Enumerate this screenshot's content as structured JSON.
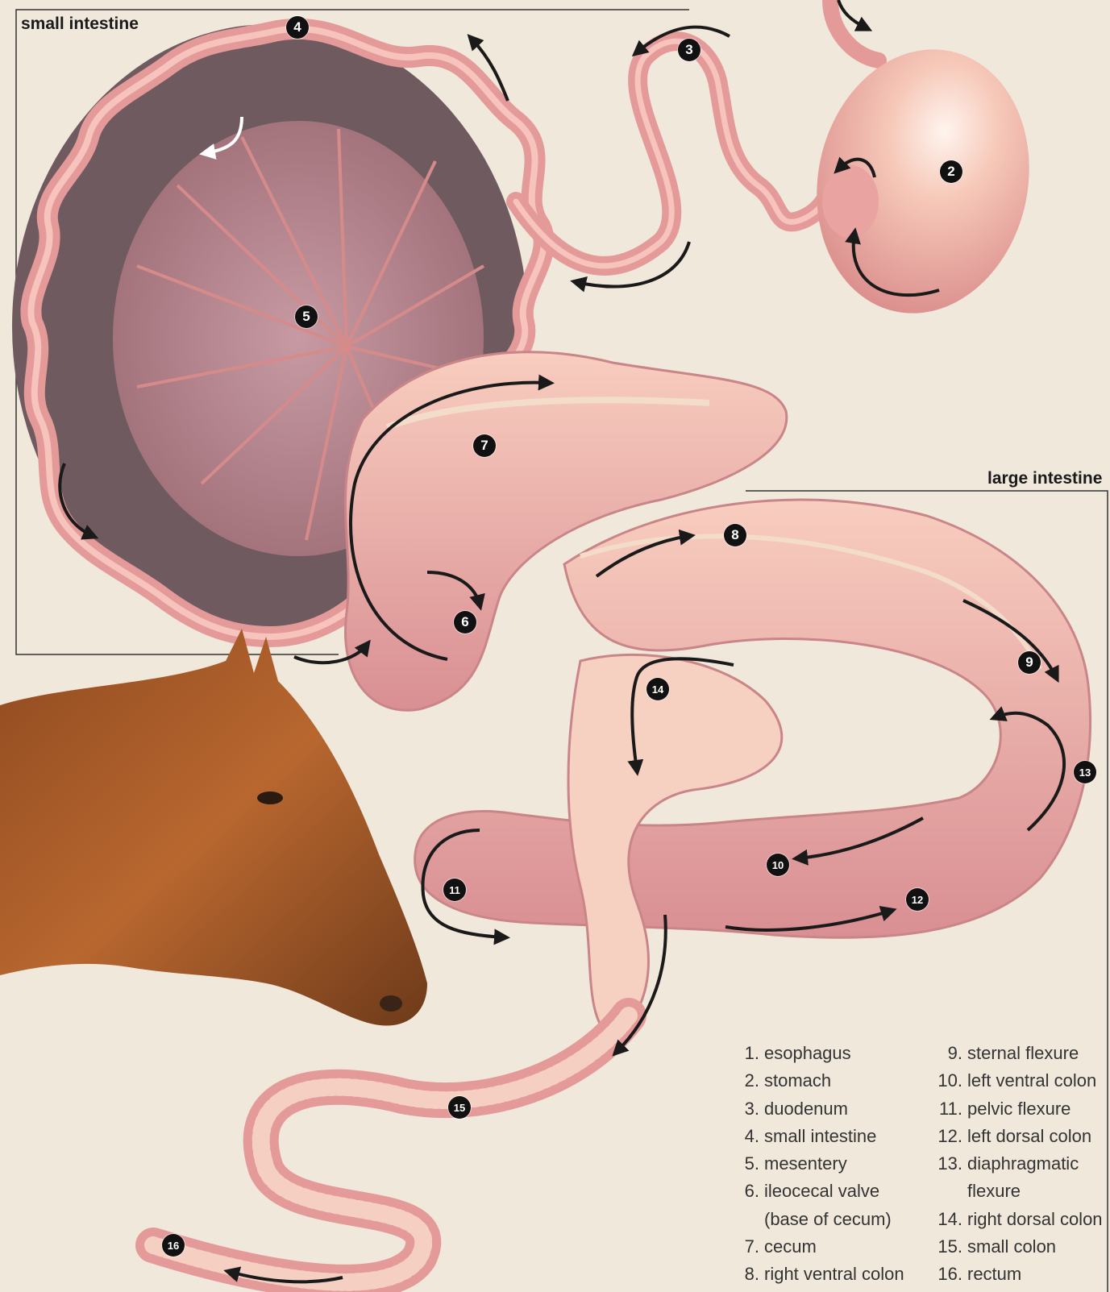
{
  "region_labels": {
    "small_intestine": "small intestine",
    "large_intestine": "large intestine"
  },
  "markers": [
    "2",
    "3",
    "4",
    "5",
    "6",
    "7",
    "8",
    "9",
    "10",
    "11",
    "12",
    "13",
    "14",
    "15",
    "16"
  ],
  "legend": [
    {
      "num": "1.",
      "text": "esophagus"
    },
    {
      "num": "2.",
      "text": "stomach"
    },
    {
      "num": "3.",
      "text": "duodenum"
    },
    {
      "num": "4.",
      "text": "small intestine"
    },
    {
      "num": "5.",
      "text": "mesentery"
    },
    {
      "num": "6.",
      "text": "ileocecal valve",
      "text2": "(base of cecum)"
    },
    {
      "num": "7.",
      "text": "cecum"
    },
    {
      "num": "8.",
      "text": "right ventral colon"
    },
    {
      "num": "9.",
      "text": "sternal flexure"
    },
    {
      "num": "10.",
      "text": "left ventral colon"
    },
    {
      "num": "11.",
      "text": "pelvic flexure"
    },
    {
      "num": "12.",
      "text": "left dorsal colon"
    },
    {
      "num": "13.",
      "text": "diaphragmatic",
      "text2": "flexure"
    },
    {
      "num": "14.",
      "text": "right dorsal colon"
    },
    {
      "num": "15.",
      "text": "small colon"
    },
    {
      "num": "16.",
      "text": "rectum"
    }
  ],
  "colors": {
    "background": "#f1e8dc",
    "tissue": "#e9a3a0",
    "tissue_light": "#f5c6b8",
    "mesentery": "#b9868e",
    "shadow": "#5a4a4e",
    "horse": "#a85a2c",
    "arrow": "#1a1a1a"
  }
}
